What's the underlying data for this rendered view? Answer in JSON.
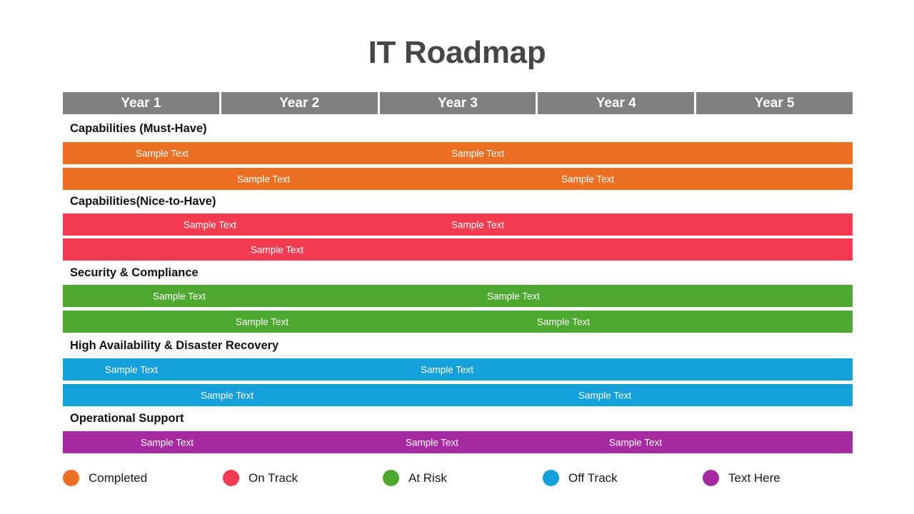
{
  "page_title": "IT Roadmap",
  "timeline": {
    "columns": [
      "Year 1",
      "Year 2",
      "Year 3",
      "Year 4",
      "Year 5"
    ],
    "header_color": "#808080"
  },
  "sections": [
    {
      "heading": "Capabilities (Must-Have)",
      "color": "#EC7023",
      "bars": [
        {
          "labels": [
            "Sample Text",
            "Sample Text"
          ]
        },
        {
          "labels": [
            "Sample Text",
            "Sample Text"
          ]
        }
      ]
    },
    {
      "heading": "Capabilities(Nice-to-Have)",
      "color": "#F53B51",
      "bars": [
        {
          "labels": [
            "Sample Text",
            "Sample Text"
          ]
        },
        {
          "labels": [
            "Sample Text"
          ]
        }
      ]
    },
    {
      "heading": "Security & Compliance",
      "color": "#4CA82F",
      "bars": [
        {
          "labels": [
            "Sample Text",
            "Sample Text"
          ]
        },
        {
          "labels": [
            "Sample Text",
            "Sample Text"
          ]
        }
      ]
    },
    {
      "heading": "High Availability & Disaster Recovery",
      "color": "#13A0DB",
      "bars": [
        {
          "labels": [
            "Sample Text",
            "Sample Text"
          ]
        },
        {
          "labels": [
            "Sample Text",
            "Sample Text"
          ]
        }
      ]
    },
    {
      "heading": "Operational Support",
      "color": "#A62BA0",
      "bars": [
        {
          "labels": [
            "Sample Text",
            "Sample Text",
            "Sample Text"
          ]
        }
      ]
    }
  ],
  "legend": {
    "items": [
      {
        "label": "Completed",
        "color": "#EC7023"
      },
      {
        "label": "On Track",
        "color": "#F53B51"
      },
      {
        "label": "At Risk",
        "color": "#4CA82F"
      },
      {
        "label": "Off Track",
        "color": "#13A0DB"
      },
      {
        "label": "Text Here",
        "color": "#A62BA0"
      }
    ]
  }
}
